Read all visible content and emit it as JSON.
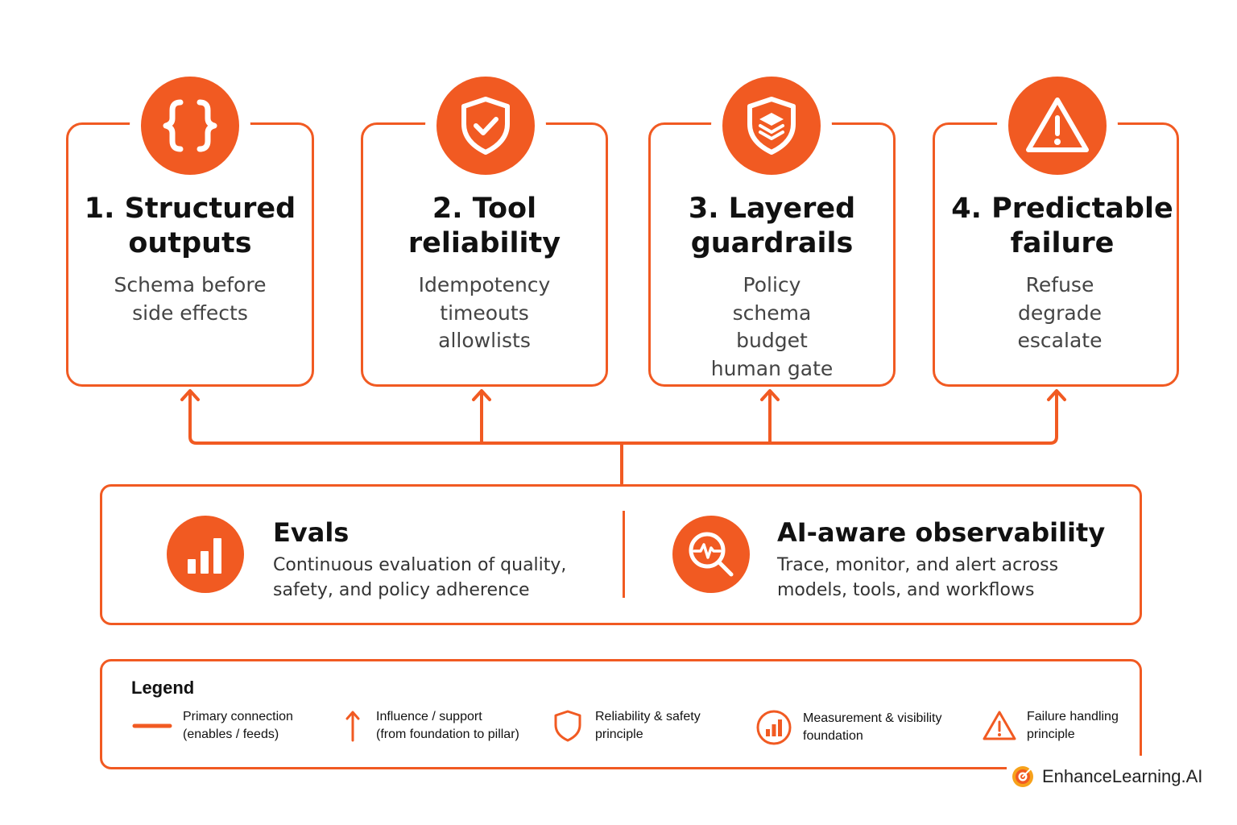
{
  "pillars": [
    {
      "title_lines": [
        "1. Structured",
        "outputs"
      ],
      "desc_lines": [
        "Schema before",
        "side effects"
      ],
      "icon": "curly-braces-icon"
    },
    {
      "title_lines": [
        "2. Tool",
        "reliability"
      ],
      "desc_lines": [
        "Idempotency",
        "timeouts",
        "allowlists"
      ],
      "icon": "shield-check-icon"
    },
    {
      "title_lines": [
        "3. Layered",
        "guardrails"
      ],
      "desc_lines": [
        "Policy",
        "schema",
        "budget",
        "human gate"
      ],
      "icon": "shield-layers-icon"
    },
    {
      "title_lines": [
        "4. Predictable",
        "failure"
      ],
      "desc_lines": [
        "Refuse",
        "degrade",
        "escalate"
      ],
      "icon": "warning-triangle-icon"
    }
  ],
  "foundation": {
    "evals": {
      "title": "Evals",
      "desc_lines": [
        "Continuous evaluation of quality,",
        "safety, and policy adherence"
      ],
      "icon": "bar-chart-icon"
    },
    "observability": {
      "title": "AI-aware observability",
      "desc_lines": [
        "Trace, monitor, and alert across",
        "models, tools, and workflows"
      ],
      "icon": "magnifier-pulse-icon"
    }
  },
  "legend": {
    "title": "Legend",
    "items": [
      {
        "lines": [
          "Primary connection",
          "(enables / feeds)"
        ],
        "icon": "primary-line-icon"
      },
      {
        "lines": [
          "Influence / support",
          "(from foundation to pillar)"
        ],
        "icon": "arrow-up-icon"
      },
      {
        "lines": [
          "Reliability & safety",
          "principle"
        ],
        "icon": "shield-outline-icon"
      },
      {
        "lines": [
          "Measurement & visibility",
          "foundation"
        ],
        "icon": "bar-chart-outline-icon"
      },
      {
        "lines": [
          "Failure handling",
          "principle"
        ],
        "icon": "warning-outline-icon"
      }
    ]
  },
  "brand": {
    "name": "EnhanceLearning.AI",
    "icon": "target-logo-icon"
  },
  "colors": {
    "accent": "#f15a22",
    "text": "#111111",
    "muted": "#444444"
  }
}
